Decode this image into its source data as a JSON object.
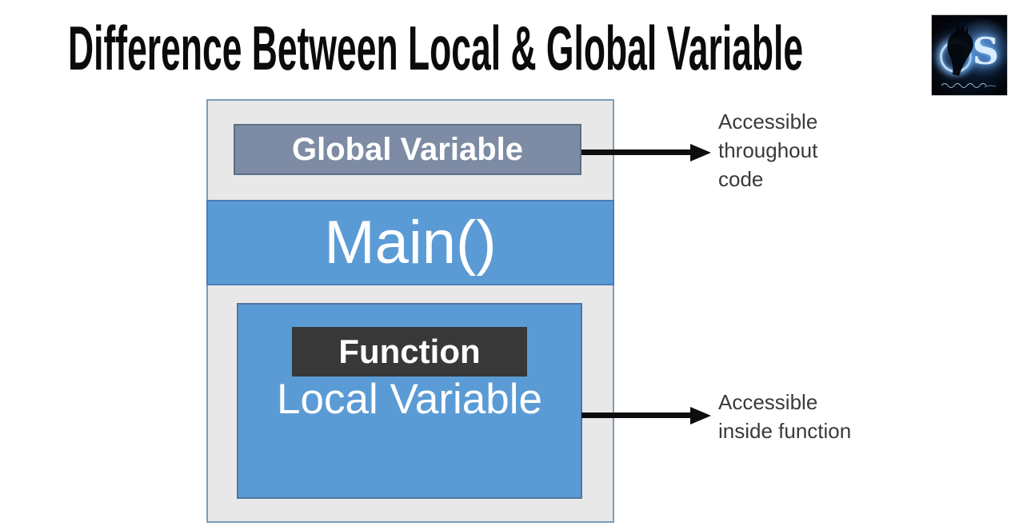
{
  "title": "Difference Between Local & Global Variable",
  "logo": {
    "monogram": "S"
  },
  "diagram": {
    "global_variable_label": "Global Variable",
    "main_label": "Main()",
    "function_label": "Function",
    "local_variable_label": "Local Variable"
  },
  "annotations": {
    "global_scope": "Accessible\nthroughout\ncode",
    "local_scope": "Accessible\ninside function"
  },
  "colors": {
    "accent_blue": "#5B9BD5",
    "slate_blue": "#7D8CA4",
    "box_gray": "#E8E8E8",
    "box_border_blue": "#7F9CBB",
    "dark_box": "#383838",
    "arrow_black": "#0D0D0D",
    "annotation_text": "#3A3A3A",
    "title_text": "#0B0B0B"
  }
}
